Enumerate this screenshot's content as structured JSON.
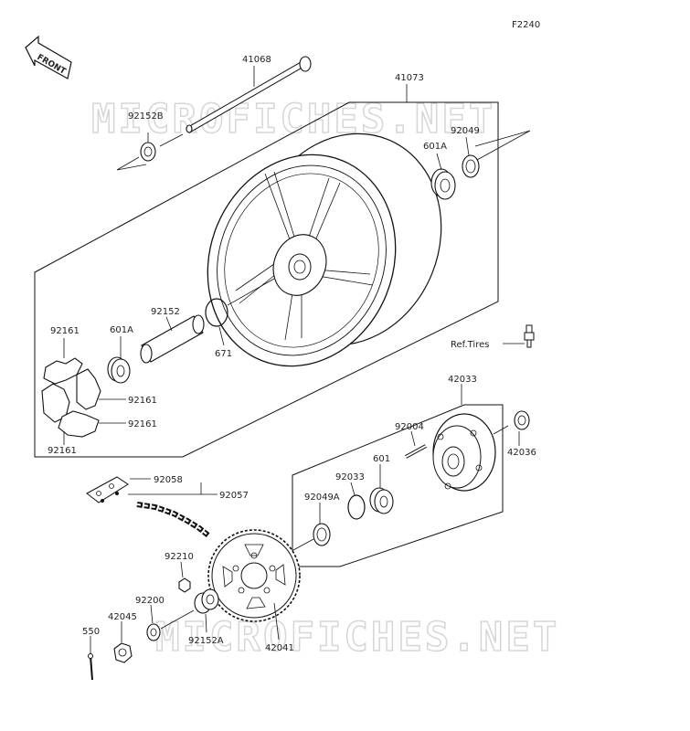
{
  "figure_code": "F2240",
  "front_label": "FRONT",
  "watermark": "MICROFICHES.NET",
  "ref_tires": "Ref.Tires",
  "parts": {
    "axle": "41068",
    "wheel": "41073",
    "collar_b": "92152B",
    "seal_right": "92049",
    "bearing_601a_top": "601A",
    "collar_center": "92152",
    "o_ring": "671",
    "damper_tl": "92161",
    "bearing_601a_left": "601A",
    "damper_r1": "92161",
    "damper_r2": "92161",
    "damper_bl": "92161",
    "coupling": "42033",
    "stud": "92004",
    "collar_coupling": "42036",
    "bearing_601": "601",
    "circlip": "92033",
    "seal_a": "92049A",
    "master_link": "92058",
    "chain": "92057",
    "nut": "92210",
    "washer": "92200",
    "collar_a": "92152A",
    "sprocket": "42041",
    "axle_nut": "42045",
    "cotter_pin": "550"
  }
}
